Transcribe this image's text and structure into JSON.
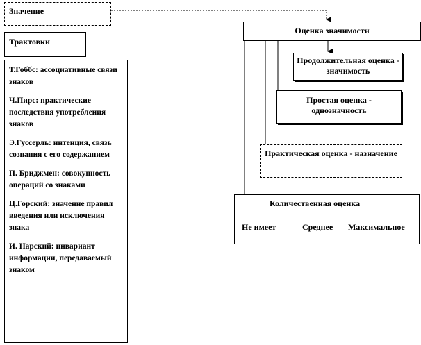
{
  "left": {
    "meaning": "Значение",
    "interpretations": "Трактовки",
    "entries": [
      "Т.Гоббс: ассоциативные связи знаков",
      "Ч.Пирс: практические последствия употребления знаков",
      "Э.Гуссерль: интенция, связь сознания с его содержанием",
      "П. Бриджмен: совокупность операций со знаками",
      "Ц.Горский: значение правил введения или исключения знака",
      "И. Нарский: инвариант информации, передаваемый знаком"
    ]
  },
  "right": {
    "evaluation": "Оценка значимости",
    "extended": "Продолжительная оценка - значимость",
    "simple": "Простая оценка - однозначность",
    "practical": "Практическая оценка - назначение",
    "quantitative": {
      "title": "Количественная оценка",
      "scale": [
        "Не имеет",
        "Среднее",
        "Максимальное"
      ]
    }
  }
}
